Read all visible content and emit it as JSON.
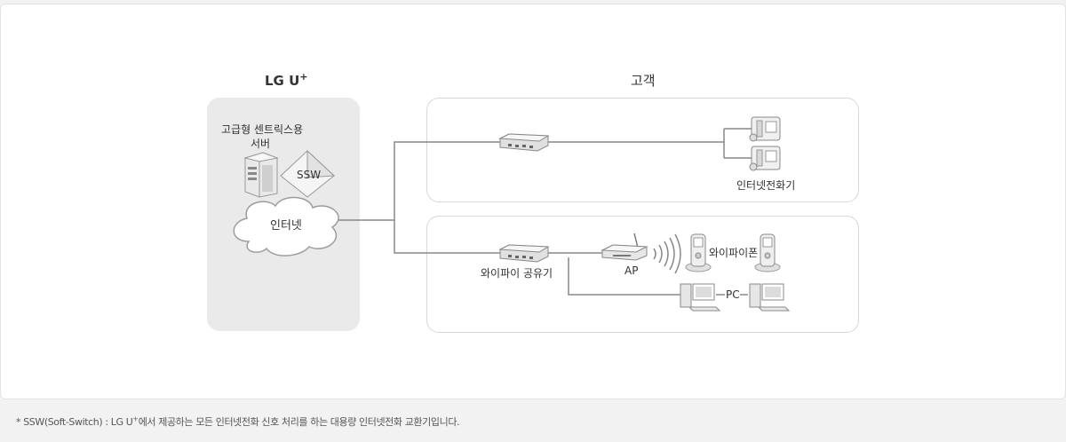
{
  "titles": {
    "provider": "LG U",
    "provider_sup": "+",
    "customer": "고객"
  },
  "provider_side": {
    "server_label_line1": "고급형 센트릭스용",
    "server_label_line2": "서버",
    "ssw_label": "SSW",
    "internet_label": "인터넷"
  },
  "customer_side": {
    "phone_label": "인터넷전화기",
    "router_label": "와이파이 공유기",
    "ap_label": "AP",
    "wifi_phone_label": "와이파이폰",
    "pc_label": "PC"
  },
  "footnote": {
    "prefix": "* SSW(Soft-Switch) : LG U",
    "sup": "+",
    "suffix": "에서 제공하는 모든 인터넷전화 신호 처리를 하는 대용량 인터넷전화 교환기입니다."
  },
  "colors": {
    "panel_gray": "#eaeaea",
    "line": "#888888",
    "text": "#333333"
  },
  "icons": [
    "server-icon",
    "ssw-icon",
    "cloud-icon",
    "switch-hub-icon",
    "ip-phone-icon",
    "wifi-router-icon",
    "access-point-icon",
    "wifi-signal-icon",
    "wifi-phone-icon",
    "pc-icon"
  ]
}
